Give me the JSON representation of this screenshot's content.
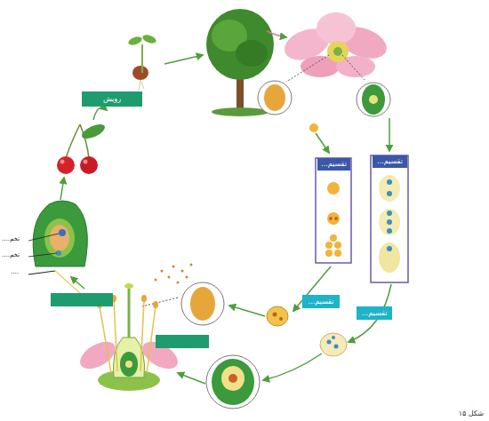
{
  "diagram": {
    "caption": "شکل ۱۵",
    "nodes": [
      {
        "text": [
          "رویش"
        ]
      },
      {
        "text": [
          "تقسیم..."
        ]
      },
      {
        "text": [
          "تقسیم..."
        ]
      },
      {
        "text": [
          "تقسیم..."
        ]
      },
      {
        "text": [
          "تقسیم..."
        ]
      }
    ],
    "labels": [
      "تخم....",
      "تخم....",
      "...."
    ]
  }
}
